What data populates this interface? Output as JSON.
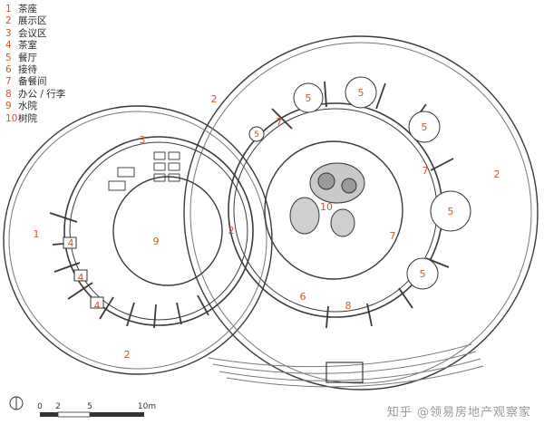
{
  "legend": [
    {
      "num": "1",
      "label": "茶座"
    },
    {
      "num": "2",
      "label": "展示区"
    },
    {
      "num": "3",
      "label": "会议区"
    },
    {
      "num": "4",
      "label": "茶室"
    },
    {
      "num": "5",
      "label": "餐厅"
    },
    {
      "num": "6",
      "label": "接待"
    },
    {
      "num": "7",
      "label": "备餐间"
    },
    {
      "num": "8",
      "label": "办公 / 行李"
    },
    {
      "num": "9",
      "label": "水院"
    },
    {
      "num": "10",
      "label": "树院"
    }
  ],
  "plan_labels": {
    "n1": "1",
    "n2_top": "2",
    "n2_right": "2",
    "n2_mid": "2",
    "n2_bottom": "2",
    "n3": "3",
    "n4a": "4",
    "n4b": "4",
    "n4c": "4",
    "n5a": "5",
    "n5b": "5",
    "n5c": "5",
    "n5d": "5",
    "n5e": "5",
    "n5f": "5",
    "n6": "6",
    "n7a": "7",
    "n7b": "7",
    "n7c": "7",
    "n8": "8",
    "n9": "9",
    "n10": "10"
  },
  "scale_bar": {
    "ticks": [
      "0",
      "2",
      "5",
      "10m"
    ]
  },
  "watermark": {
    "text": "知乎 @领易房地产观察家"
  },
  "colors": {
    "label": "#d2572a",
    "line": "#333333"
  }
}
